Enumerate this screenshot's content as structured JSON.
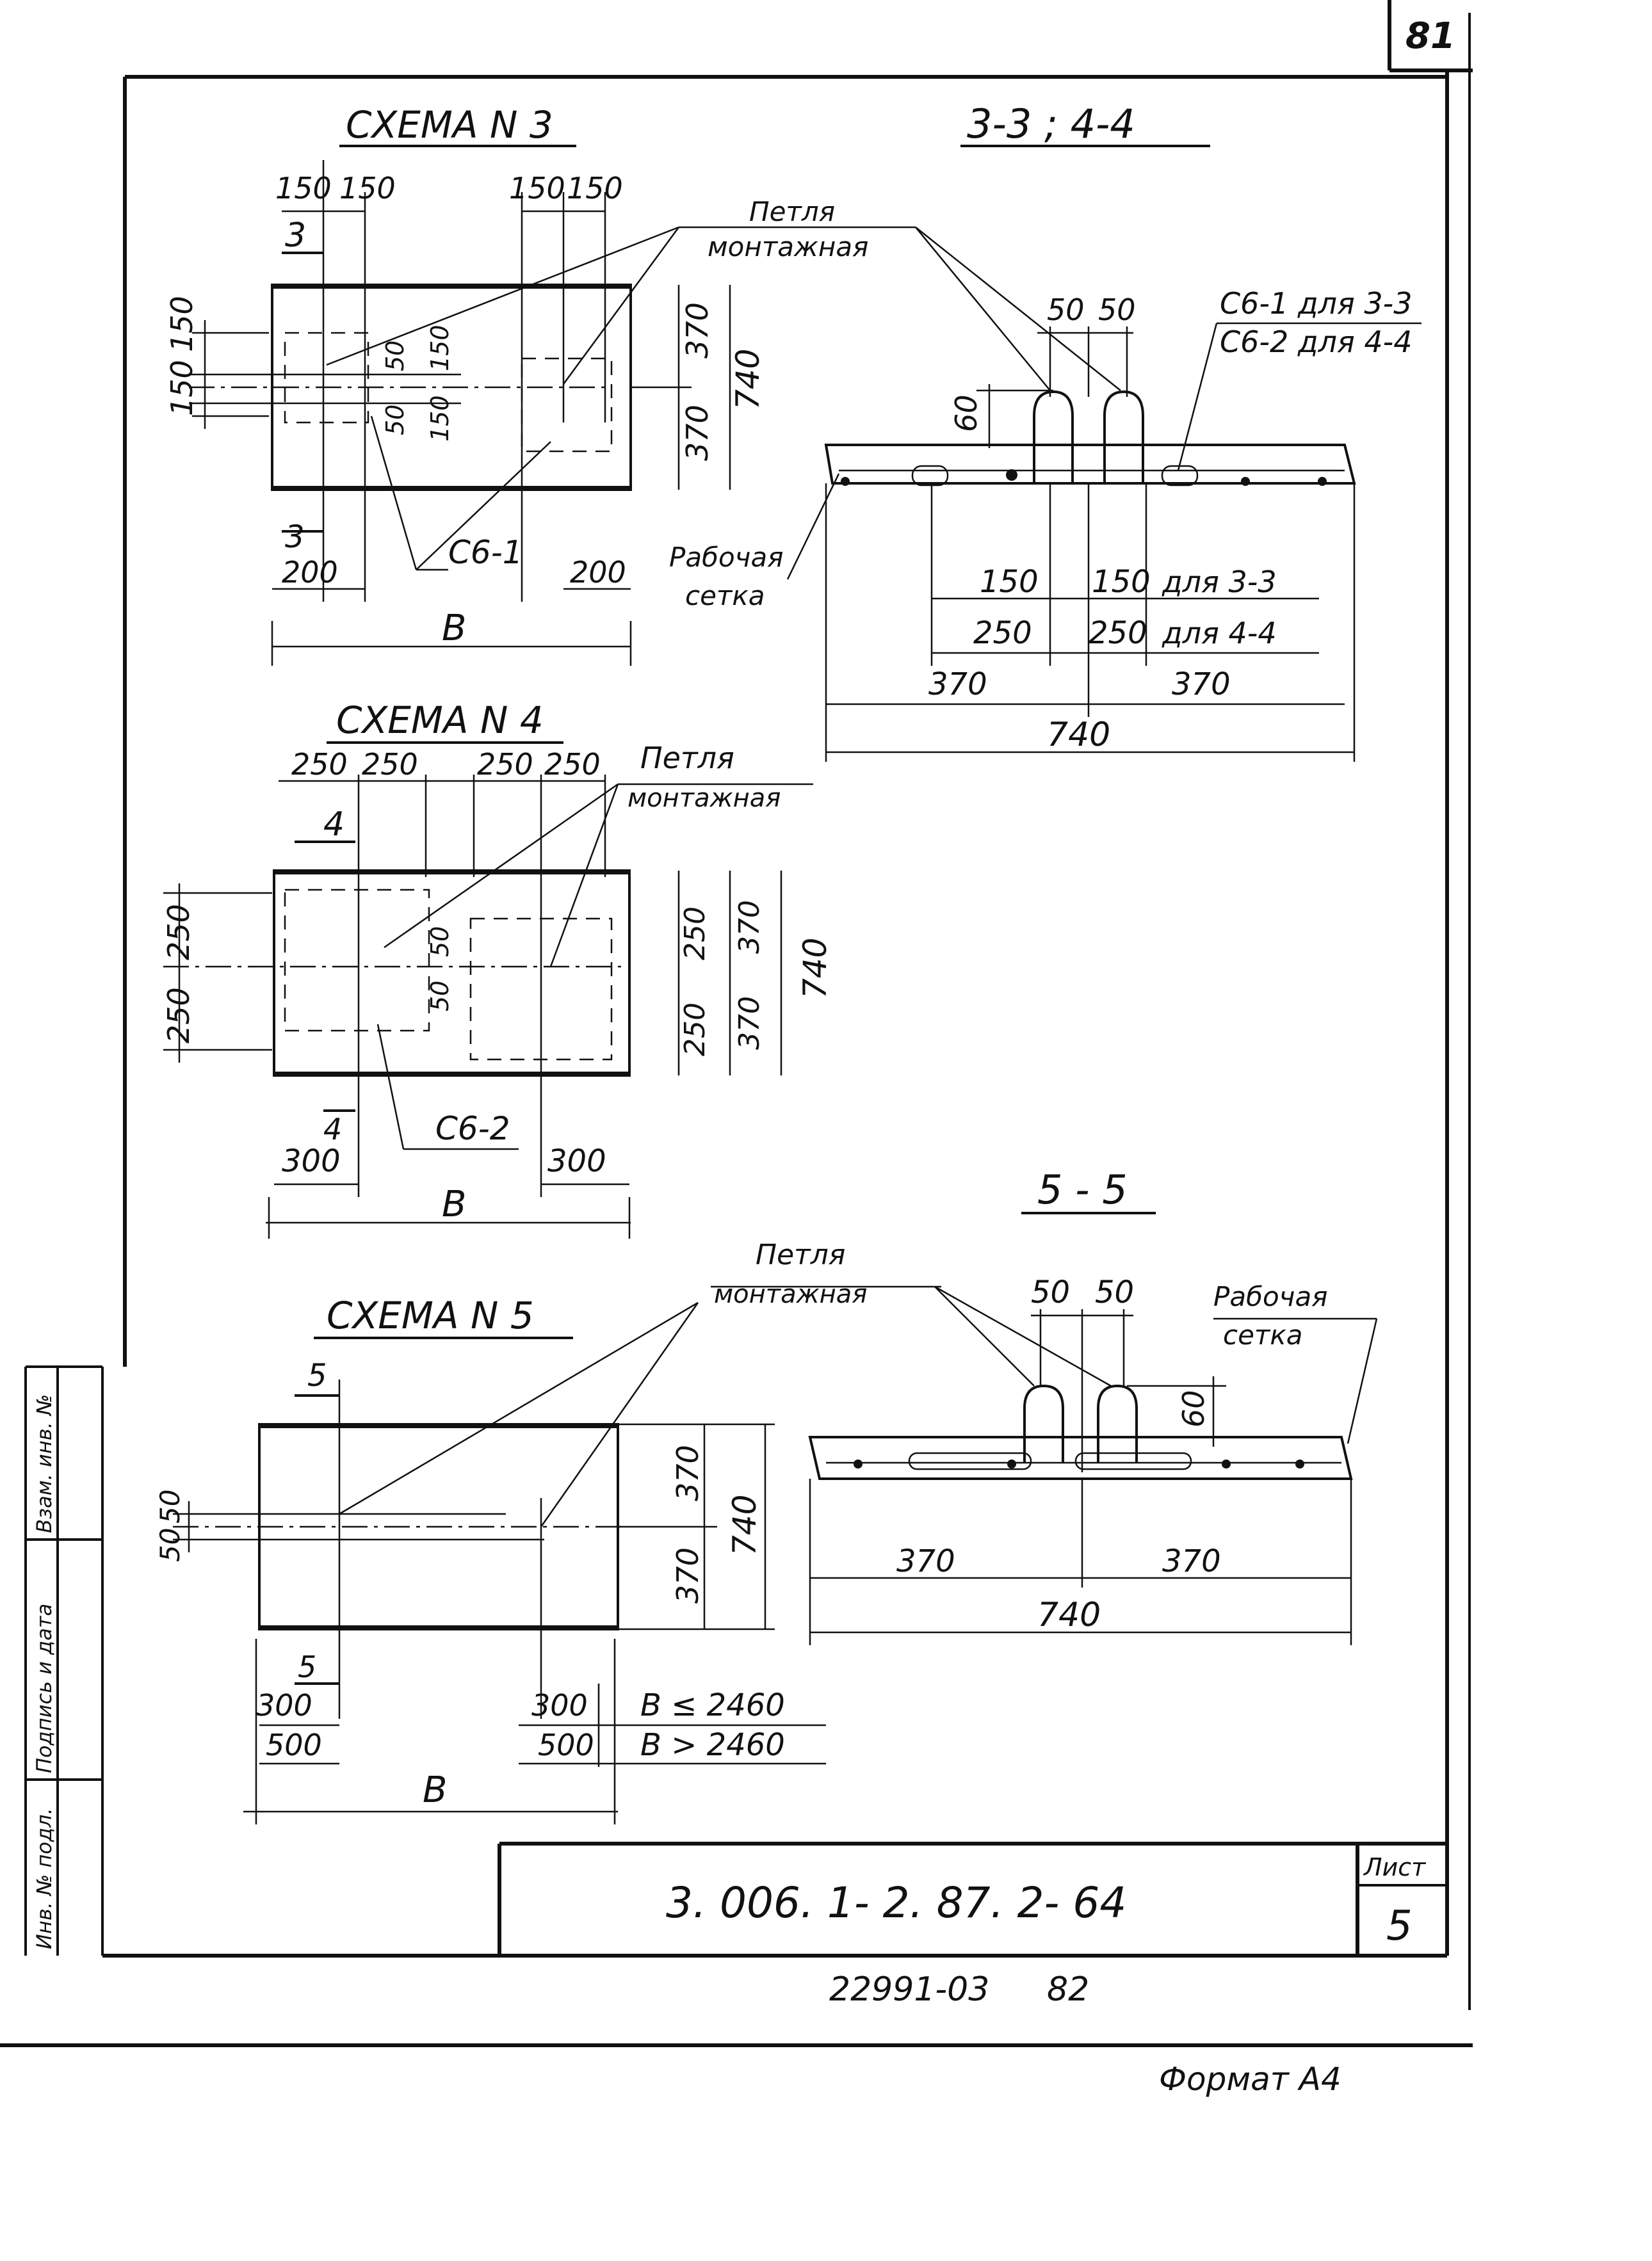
{
  "sheet": {
    "page_number": "81",
    "doc_code": "3. 006. 1- 2. 87. 2- 64",
    "sheet_label": "Лист",
    "sheet_number": "5",
    "archive_number": "22991-03",
    "archive_page": "82",
    "format": "Формат А4",
    "side_stamp": {
      "inv_podl": "Инв. № подл.",
      "podpis": "Подпись и дата",
      "vzam": "Взам. инв. №"
    }
  },
  "schema3": {
    "title": "СХЕМА N 3",
    "dims_top": [
      "150",
      "150",
      "150",
      "150"
    ],
    "section_mark": "3",
    "left_dims": [
      "150",
      "150"
    ],
    "inner_dims": [
      "50",
      "150",
      "150",
      "50"
    ],
    "right_dims": [
      "370",
      "370"
    ],
    "total": "740",
    "bottom_dims": [
      "200",
      "200"
    ],
    "width_label": "В",
    "mesh_label": "С6-1",
    "loop_label_1": "Петля",
    "loop_label_2": "монтажная"
  },
  "section33": {
    "title": "3-3 ; 4-4",
    "top_dims": [
      "50",
      "50"
    ],
    "height_dim": "60",
    "mesh_note_1": "С6-1 для 3-3",
    "mesh_note_2": "С6-2 для 4-4",
    "work_mesh_1": "Рабочая",
    "work_mesh_2": "сетка",
    "row1": [
      "150",
      "150",
      "для 3-3"
    ],
    "row2": [
      "250",
      "250",
      "для 4-4"
    ],
    "row3": [
      "370",
      "370"
    ],
    "total": "740"
  },
  "schema4": {
    "title": "СХЕМА N 4",
    "dims_top": [
      "250",
      "250",
      "250",
      "250"
    ],
    "section_mark": "4",
    "left_dims": [
      "250",
      "250"
    ],
    "inner_dims": [
      "50",
      "50"
    ],
    "right_dims": [
      "250",
      "250"
    ],
    "right_dims2": [
      "370",
      "370"
    ],
    "total": "740",
    "bottom_dims": [
      "300",
      "300"
    ],
    "width_label": "В",
    "mesh_label": "С6-2",
    "loop_label_1": "Петля",
    "loop_label_2": "монтажная"
  },
  "section55": {
    "title": "5 - 5",
    "top_dims": [
      "50",
      "50"
    ],
    "height_dim": "60",
    "loop_label_1": "Петля",
    "loop_label_2": "монтажная",
    "work_mesh_1": "Рабочая",
    "work_mesh_2": "сетка",
    "row1": [
      "370",
      "370"
    ],
    "total": "740"
  },
  "schema5": {
    "title": "СХЕМА N 5",
    "section_mark": "5",
    "left_dims": [
      "50",
      "50"
    ],
    "right_dims": [
      "370",
      "370"
    ],
    "total": "740",
    "bottom_row1": [
      "300",
      "300",
      "В ≤ 2460"
    ],
    "bottom_row2": [
      "500",
      "500",
      "В > 2460"
    ],
    "width_label": "В"
  }
}
